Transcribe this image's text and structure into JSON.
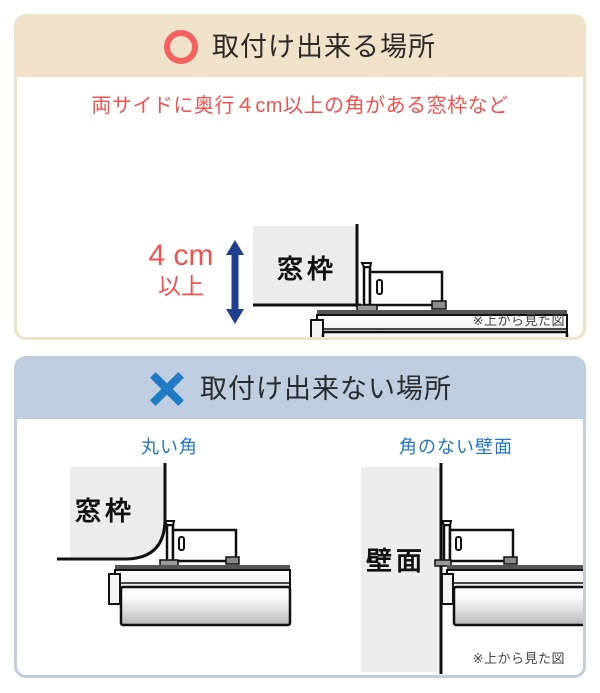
{
  "panels": [
    {
      "id": "installable",
      "mark": "circle-mark-icon",
      "mark_color": "#F4615F",
      "head_bg": "#EFE2C8",
      "title": "取付け出来る場所",
      "caption": "両サイドに奥行４cm以上の角がある窓枠など",
      "caption_color": "#F2524E",
      "dimension": {
        "value": "4 cm",
        "qualifier": "以上",
        "arrow_color": "#1F3F8F"
      },
      "blocks": [
        {
          "name": "window-frame",
          "label": "窓枠"
        }
      ],
      "note": "※上から見た図"
    },
    {
      "id": "not-installable",
      "mark": "cross-mark-icon",
      "mark_color": "#1F7BC4",
      "head_bg": "#BECDDF",
      "title": "取付け出来ない場所",
      "cases": [
        {
          "id": "round-corner",
          "label": "丸い角",
          "block_label": "窓枠"
        },
        {
          "id": "no-corner-wall",
          "label": "角のない壁面",
          "block_label": "壁面"
        }
      ],
      "label_color": "#2276C8",
      "note": "※上から見た図"
    }
  ]
}
